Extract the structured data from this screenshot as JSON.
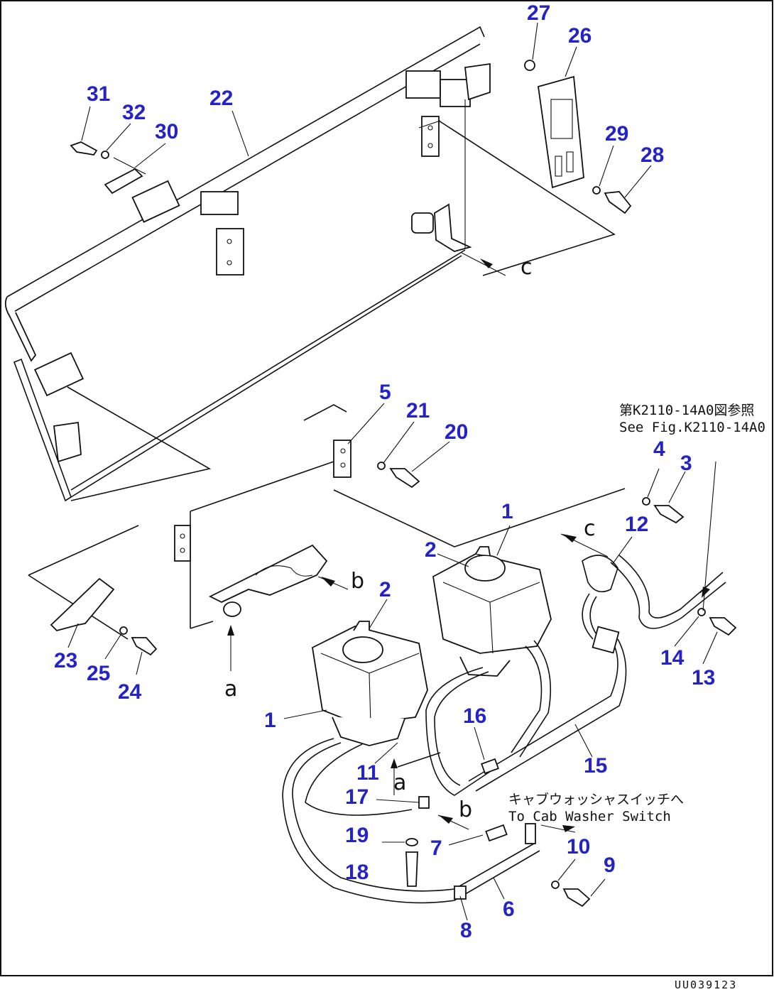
{
  "drawing": {
    "drawing_code": "UU039123",
    "notes": {
      "ref_jp": "第K2110-14A0図参照",
      "ref_en": "See Fig.K2110-14A0",
      "washer_jp": "キャブウォッシャスイッチへ",
      "washer_en": "To Cab Washer Switch"
    },
    "view_letters": [
      {
        "id": "c1",
        "text": "c"
      },
      {
        "id": "c2",
        "text": "c"
      },
      {
        "id": "b1",
        "text": "b"
      },
      {
        "id": "b2",
        "text": "b"
      },
      {
        "id": "a1",
        "text": "a"
      },
      {
        "id": "a2",
        "text": "a"
      }
    ],
    "callouts": [
      {
        "id": "27",
        "text": "27"
      },
      {
        "id": "26",
        "text": "26"
      },
      {
        "id": "31",
        "text": "31"
      },
      {
        "id": "22",
        "text": "22"
      },
      {
        "id": "32",
        "text": "32"
      },
      {
        "id": "30",
        "text": "30"
      },
      {
        "id": "29",
        "text": "29"
      },
      {
        "id": "28",
        "text": "28"
      },
      {
        "id": "5",
        "text": "5"
      },
      {
        "id": "21",
        "text": "21"
      },
      {
        "id": "20",
        "text": "20"
      },
      {
        "id": "4",
        "text": "4"
      },
      {
        "id": "3",
        "text": "3"
      },
      {
        "id": "1a",
        "text": "1"
      },
      {
        "id": "12",
        "text": "12"
      },
      {
        "id": "2a",
        "text": "2"
      },
      {
        "id": "2b",
        "text": "2"
      },
      {
        "id": "23",
        "text": "23"
      },
      {
        "id": "25",
        "text": "25"
      },
      {
        "id": "24",
        "text": "24"
      },
      {
        "id": "14",
        "text": "14"
      },
      {
        "id": "13",
        "text": "13"
      },
      {
        "id": "1b",
        "text": "1"
      },
      {
        "id": "16",
        "text": "16"
      },
      {
        "id": "11",
        "text": "11"
      },
      {
        "id": "15",
        "text": "15"
      },
      {
        "id": "17",
        "text": "17"
      },
      {
        "id": "19",
        "text": "19"
      },
      {
        "id": "7",
        "text": "7"
      },
      {
        "id": "10",
        "text": "10"
      },
      {
        "id": "9",
        "text": "9"
      },
      {
        "id": "18",
        "text": "18"
      },
      {
        "id": "6",
        "text": "6"
      },
      {
        "id": "8",
        "text": "8"
      }
    ],
    "colors": {
      "callout": "#2323c8",
      "line": "#111111",
      "background": "#ffffff"
    }
  }
}
